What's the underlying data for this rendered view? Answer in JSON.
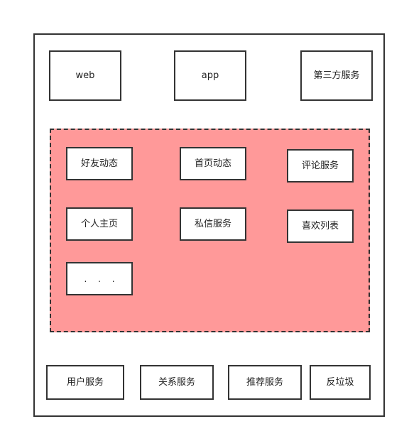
{
  "top_row": {
    "web": "web",
    "app": "app",
    "third_party": "第三方服务"
  },
  "service_area": {
    "friend_feed": "好友动态",
    "home_feed": "首页动态",
    "comment_service": "评论服务",
    "profile": "个人主页",
    "private_message": "私信服务",
    "like_list": "喜欢列表",
    "more": ". . ."
  },
  "bottom_row": {
    "user_service": "用户服务",
    "relation_service": "关系服务",
    "recommend_service": "推荐服务",
    "anti_spam": "反垃圾"
  },
  "colors": {
    "service_area_fill": "#ff9999",
    "border": "#333333"
  }
}
